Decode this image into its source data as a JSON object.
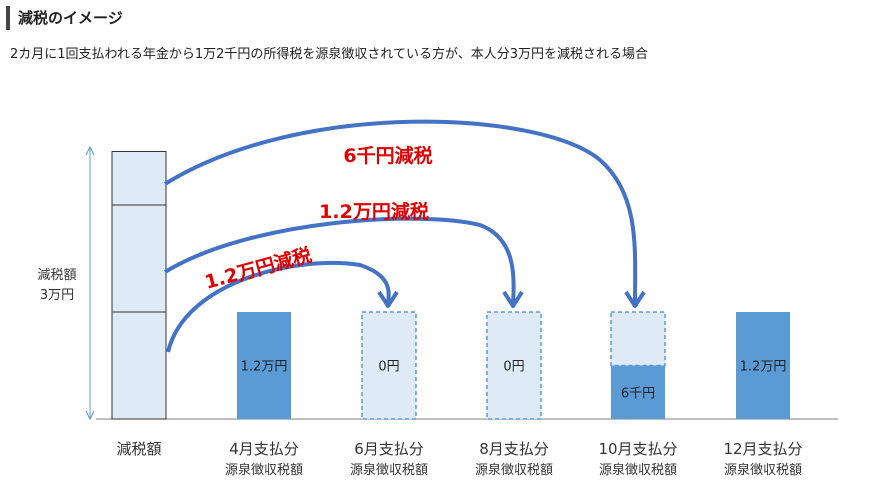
{
  "heading": "減税のイメージ",
  "subtitle": "2カ月に1回支払われる年金から1万2千円の所得税を源泉徴収されている方が、本人分3万円を減税される場合",
  "axis_label": [
    "減税額",
    "3万円"
  ],
  "arrows": [
    {
      "label": "6千円減税",
      "to": "10月支払分"
    },
    {
      "label": "1.2万円減税",
      "to": "8月支払分"
    },
    {
      "label": "1.2万円減税",
      "to": "6月支払分"
    }
  ],
  "colors": {
    "blue_fill": "#5b9bd5",
    "light_fill": "#deebf7",
    "arrow": "#4472c4",
    "reduction_text": "#e00000"
  },
  "chart_data": {
    "type": "bar",
    "categories": [
      {
        "line1": "減税額",
        "line2": ""
      },
      {
        "line1": "4月支払分",
        "line2": "源泉徴収税額"
      },
      {
        "line1": "6月支払分",
        "line2": "源泉徴収税額"
      },
      {
        "line1": "8月支払分",
        "line2": "源泉徴収税額"
      },
      {
        "line1": "10月支払分",
        "line2": "源泉徴収税額"
      },
      {
        "line1": "12月支払分",
        "line2": "源泉徴収税額"
      }
    ],
    "unit_yen": 1000,
    "reduction_segments": [
      6000,
      12000,
      12000
    ],
    "payments": [
      {
        "original": 12000,
        "remaining": 12000,
        "label": "1.2万円"
      },
      {
        "original": 12000,
        "remaining": 0,
        "label": "0円"
      },
      {
        "original": 12000,
        "remaining": 0,
        "label": "0円"
      },
      {
        "original": 12000,
        "remaining": 6000,
        "label": "6千円"
      },
      {
        "original": 12000,
        "remaining": 12000,
        "label": "1.2万円"
      }
    ]
  }
}
